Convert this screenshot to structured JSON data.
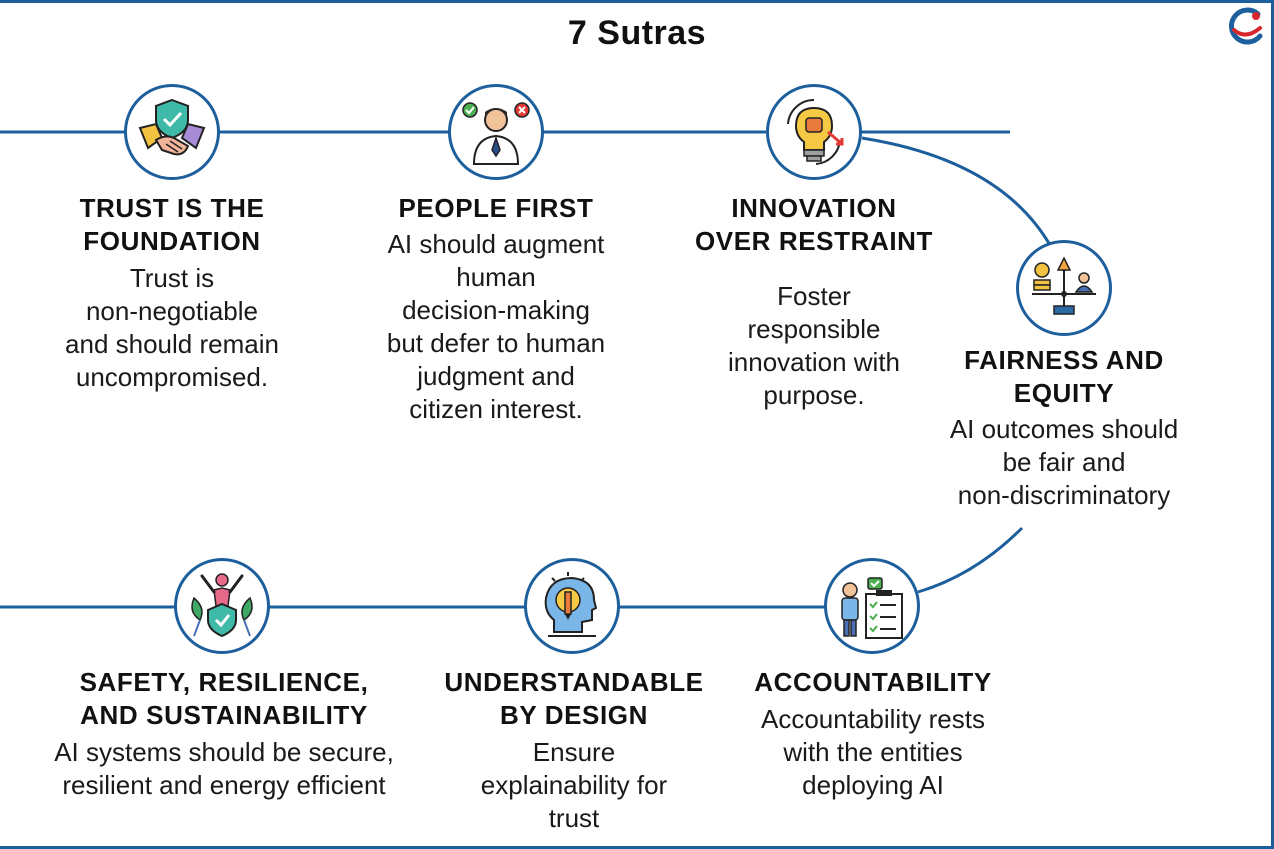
{
  "title": "7 Sutras",
  "colors": {
    "line": "#1d5f9c",
    "logo_red": "#d7262e",
    "logo_blue": "#1d5f9c"
  },
  "sutras": [
    {
      "id": "trust",
      "icon": "handshake-shield-icon",
      "title": "TRUST IS THE\nFOUNDATION",
      "description": "Trust is\nnon-negotiable\nand should remain\nuncompromised."
    },
    {
      "id": "people",
      "icon": "person-choice-icon",
      "title": "PEOPLE FIRST",
      "description": "AI should augment\nhuman\ndecision-making\nbut defer to human\njudgment and\ncitizen interest."
    },
    {
      "id": "innovation",
      "icon": "lightbulb-fist-icon",
      "title": "INNOVATION\nOVER RESTRAINT",
      "description": "Foster\nresponsible\ninnovation with\npurpose."
    },
    {
      "id": "fairness",
      "icon": "balance-scale-icon",
      "title": "FAIRNESS AND\nEQUITY",
      "description": "AI outcomes should\nbe fair and\nnon-discriminatory"
    },
    {
      "id": "accountability",
      "icon": "checklist-person-icon",
      "title": "ACCOUNTABILITY",
      "description": "Accountability rests\nwith the entities\ndeploying AI"
    },
    {
      "id": "understandable",
      "icon": "head-pencil-icon",
      "title": "UNDERSTANDABLE\nBY DESIGN",
      "description": "Ensure\nexplainability for\ntrust"
    },
    {
      "id": "safety",
      "icon": "shield-leaves-icon",
      "title": "SAFETY, RESILIENCE,\nAND SUSTAINABILITY",
      "description": "AI systems should be secure,\nresilient and energy efficient"
    }
  ]
}
